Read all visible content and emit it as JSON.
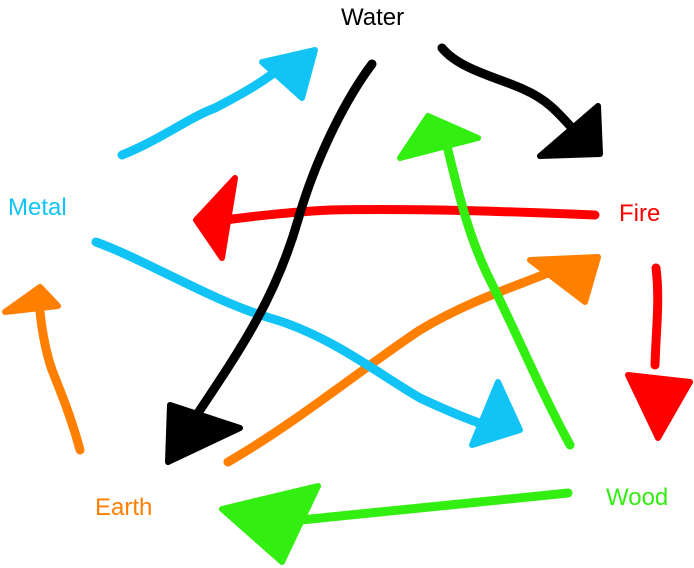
{
  "colors": {
    "water": "#000000",
    "fire": "#ff0000",
    "wood": "#33ee11",
    "earth": "#ff7f00",
    "metal": "#11c4f5",
    "background": "#ffffff"
  },
  "nodes": {
    "water": {
      "label": "Water",
      "color": "#000000"
    },
    "fire": {
      "label": "Fire",
      "color": "#ff0000"
    },
    "wood": {
      "label": "Wood",
      "color": "#33ee11"
    },
    "earth": {
      "label": "Earth",
      "color": "#ff7f00"
    },
    "metal": {
      "label": "Metal",
      "color": "#11c4f5"
    }
  },
  "edges": [
    {
      "from": "water",
      "to": "fire",
      "type": "generating",
      "color": "#000000"
    },
    {
      "from": "fire",
      "to": "earth",
      "type": "generating",
      "color": "#ff0000"
    },
    {
      "from": "earth",
      "to": "metal",
      "type": "generating",
      "color": "#ff7f00"
    },
    {
      "from": "metal",
      "to": "water",
      "type": "generating",
      "color": "#11c4f5"
    },
    {
      "from": "wood",
      "to": "earth",
      "type": "overcoming",
      "color": "#33ee11"
    },
    {
      "from": "earth",
      "to": "fire",
      "type": "overcoming",
      "color": "#ff7f00"
    },
    {
      "from": "fire",
      "to": "metal",
      "type": "overcoming",
      "color": "#ff0000"
    },
    {
      "from": "metal",
      "to": "wood",
      "type": "overcoming",
      "color": "#11c4f5"
    },
    {
      "from": "water",
      "to": "earth",
      "type": "overcoming",
      "color": "#000000"
    },
    {
      "from": "wood",
      "to": "water",
      "type": "overcoming",
      "color": "#33ee11"
    }
  ]
}
